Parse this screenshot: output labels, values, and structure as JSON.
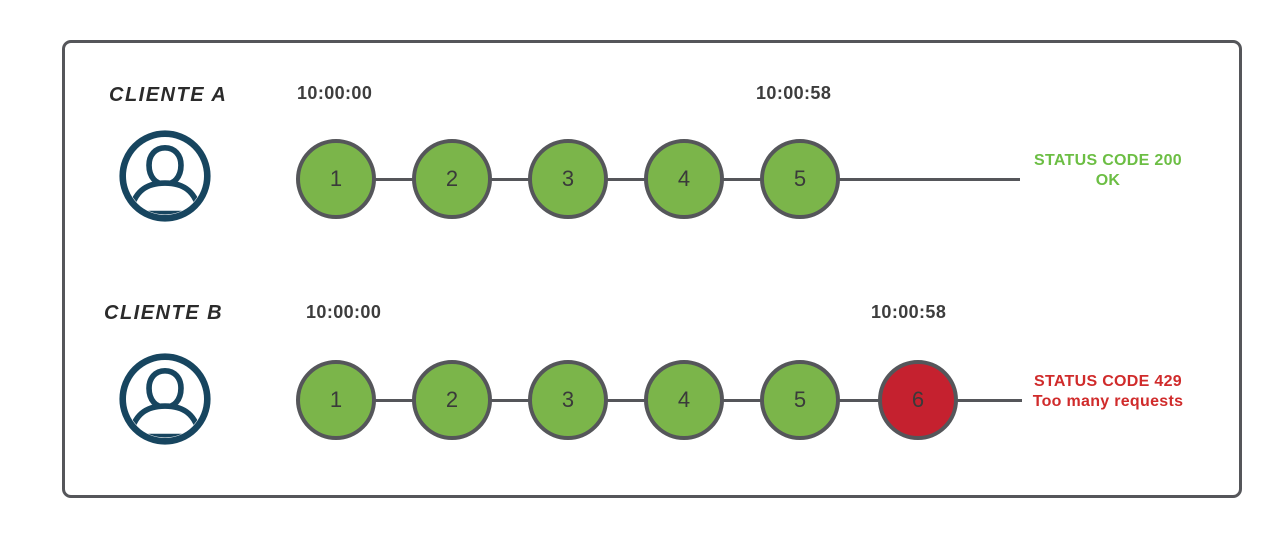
{
  "colors": {
    "request_ok": "#7bb54a",
    "request_blocked": "#c5212f",
    "outline_gray": "#55565a",
    "user_icon_navy": "#17455f",
    "timestamp_text": "#3d3d3d",
    "label_text": "#2b2b2b",
    "status_ok_text": "#6cbe44",
    "status_error_text": "#d02b2b"
  },
  "clients": [
    {
      "name": "CLIENTE A",
      "start_time": "10:00:00",
      "end_time": "10:00:58",
      "requests": [
        "1",
        "2",
        "3",
        "4",
        "5"
      ],
      "status_line1": "STATUS CODE 200",
      "status_line2": "OK"
    },
    {
      "name": "CLIENTE B",
      "start_time": "10:00:00",
      "end_time": "10:00:58",
      "requests": [
        "1",
        "2",
        "3",
        "4",
        "5",
        "6"
      ],
      "blocked_request": "6",
      "status_line1": "STATUS CODE 429",
      "status_line2": "Too many requests"
    }
  ]
}
